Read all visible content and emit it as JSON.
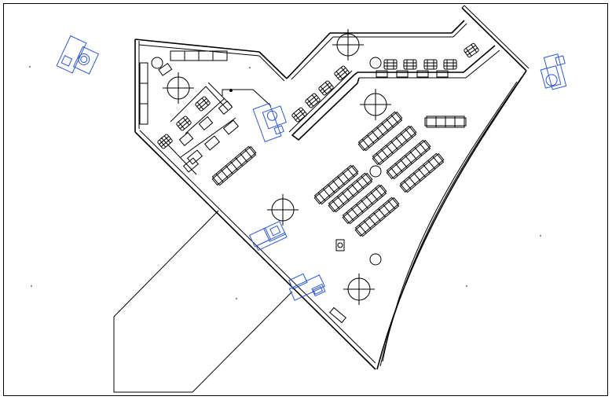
{
  "drawing": {
    "kind": "architectural-floor-plan",
    "theme": {
      "line_color": "#000000",
      "furniture_accent_color": "#2a56e0",
      "background": "#ffffff"
    },
    "layers": [
      {
        "name": "walls",
        "color": "#000000"
      },
      {
        "name": "furniture",
        "color": "#000000"
      },
      {
        "name": "lighting",
        "color": "#000000"
      },
      {
        "name": "blue-furniture",
        "color": "#2a56e0"
      }
    ],
    "icons": [
      "ceiling-light-icon",
      "desk-chair-icon",
      "bench-icon",
      "sofa-icon",
      "lounge-set-icon",
      "column-icon"
    ]
  }
}
